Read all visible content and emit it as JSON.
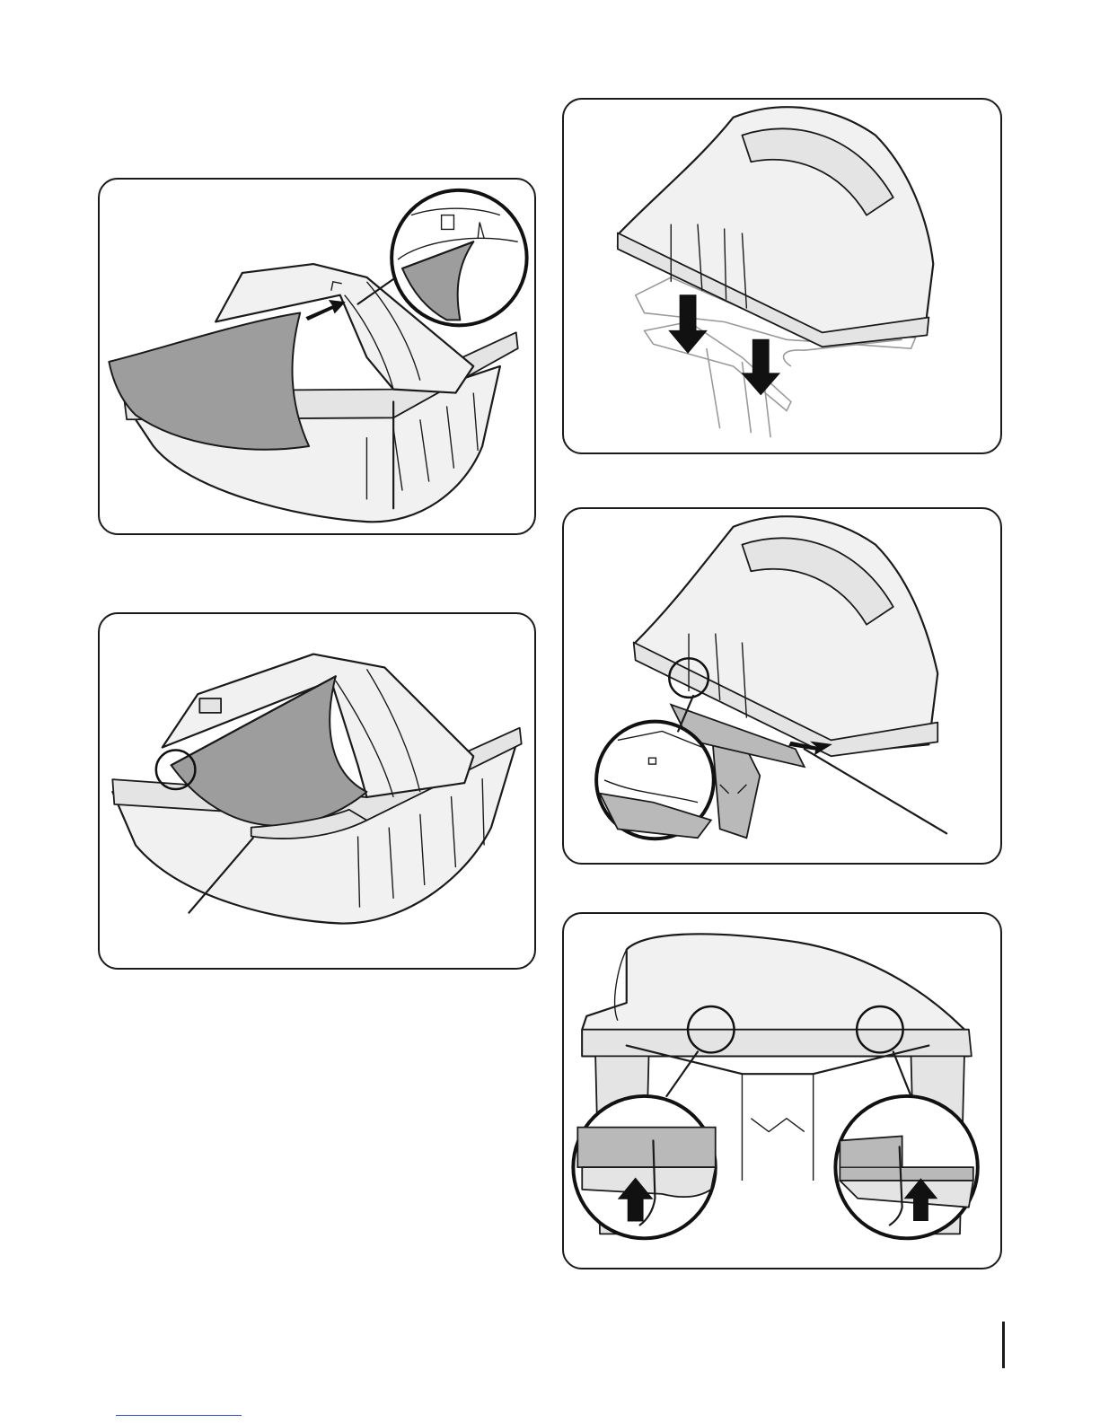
{
  "document": {
    "figures": [
      {
        "id": "fig1",
        "icon": "bag-liner-insert-illustration"
      },
      {
        "id": "fig2",
        "icon": "bag-liner-seated-illustration"
      },
      {
        "id": "fig3",
        "icon": "lid-lower-onto-frame-illustration"
      },
      {
        "id": "fig4",
        "icon": "lid-rod-insert-illustration"
      },
      {
        "id": "fig5",
        "icon": "lid-clip-latch-illustration"
      }
    ],
    "colors": {
      "line": "#1a1a1a",
      "part_fill": "#f1f1f1",
      "liner_fill": "#9d9d9d",
      "link_underline": "#2a4fd6"
    }
  }
}
